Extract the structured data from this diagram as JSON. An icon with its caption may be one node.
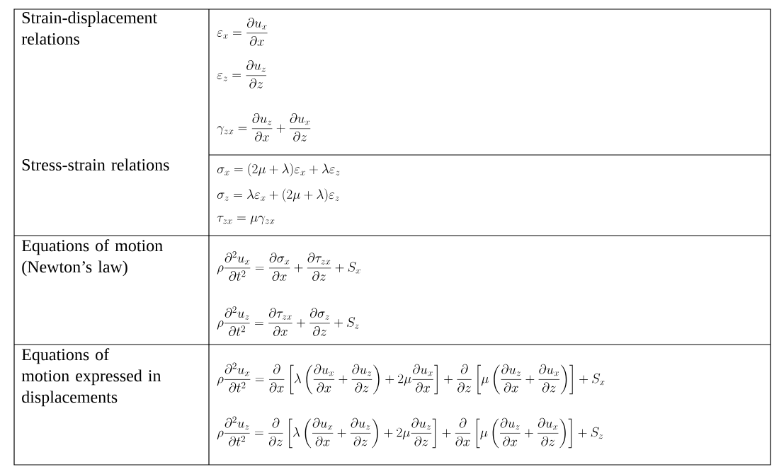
{
  "diagram": {
    "labels": [
      "Strain-displacement relations",
      "\\varepsilon_x = \\frac{\\partial u_x}{\\partial x}",
      "\\varepsilon_z = \\frac{\\partial u_z}{\\partial z}",
      "\\gamma_{zx} = \\frac{\\partial u_z}{\\partial x} + \\frac{\\partial u_x}{\\partial z}",
      "Stress-strain relations",
      "\\sigma_x = (2\\mu + \\lambda)\\varepsilon_x + \\lambda\\varepsilon_z",
      "\\sigma_z = \\lambda\\varepsilon_x + (2\\mu + \\lambda)\\varepsilon_z",
      "\\tau_{zx} = \\mu\\gamma_{zx}",
      "Equations of motion (Newton’s law)",
      "\\rho\\frac{\\partial^2 u_x}{\\partial t^2} = \\frac{\\partial\\sigma_x}{\\partial x} + \\frac{\\partial\\tau_{zx}}{\\partial z} + S_x",
      "\\rho\\frac{\\partial^2 u_z}{\\partial t^2} = \\frac{\\partial\\tau_{zx}}{\\partial x} + \\frac{\\partial\\sigma_z}{\\partial z} + S_z",
      "Equations of motion expressed in displacements",
      "\\rho\\frac{\\partial^2 u_x}{\\partial t^2} = \\frac{\\partial}{\\partial x}\\left[\\lambda\\left(\\frac{\\partial u_x}{\\partial x} + \\frac{\\partial u_z}{\\partial z}\\right) + 2\\mu\\frac{\\partial u_x}{\\partial x}\\right] + \\frac{\\partial}{\\partial z}\\left[\\mu\\left(\\frac{\\partial u_z}{\\partial x} + \\frac{\\partial u_x}{\\partial z}\\right)\\right] + S_x",
      "\\rho\\frac{\\partial^2 u_z}{\\partial t^2} = \\frac{\\partial}{\\partial z}\\left[\\lambda\\left(\\frac{\\partial u_x}{\\partial x} + \\frac{\\partial u_z}{\\partial z}\\right) + 2\\mu\\frac{\\partial u_z}{\\partial z}\\right] + \\frac{\\partial}{\\partial x}\\left[\\mu\\left(\\frac{\\partial u_z}{\\partial x} + \\frac{\\partial u_x}{\\partial z}\\right)\\right] + S_z"
    ]
  }
}
